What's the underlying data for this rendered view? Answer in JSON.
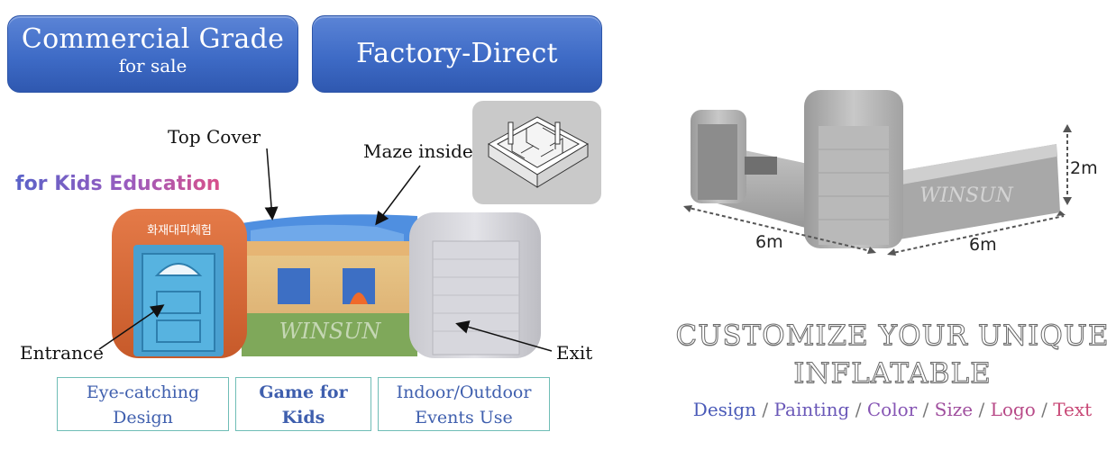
{
  "banners": {
    "commercial_main": "Commercial Grade",
    "commercial_sub": "for sale",
    "factory": "Factory-Direct"
  },
  "labels": {
    "top_cover": "Top Cover",
    "maze_inside": "Maze inside",
    "kids_education": "for Kids Education",
    "entrance": "Entrance",
    "exit": "Exit",
    "korean_sign": "화재대피체험",
    "brand": "WINSUN"
  },
  "features": [
    {
      "line1": "Eye-catching",
      "line2": "Design"
    },
    {
      "line1": "Game for",
      "line2": "Kids"
    },
    {
      "line1": "Indoor/Outdoor",
      "line2": "Events Use"
    }
  ],
  "dimensions": {
    "height": "2m",
    "width_left": "6m",
    "width_right": "6m"
  },
  "customize": {
    "line1": "CUSTOMIZE YOUR UNIQUE",
    "line2": "INFLATABLE"
  },
  "options": [
    {
      "text": "Design",
      "color": "#4a5ab8"
    },
    {
      "text": "Painting",
      "color": "#6a58b8"
    },
    {
      "text": "Color",
      "color": "#8655b4"
    },
    {
      "text": "Size",
      "color": "#a04f9e"
    },
    {
      "text": "Logo",
      "color": "#b84a88"
    },
    {
      "text": "Text",
      "color": "#c84876"
    }
  ],
  "separator": "/"
}
